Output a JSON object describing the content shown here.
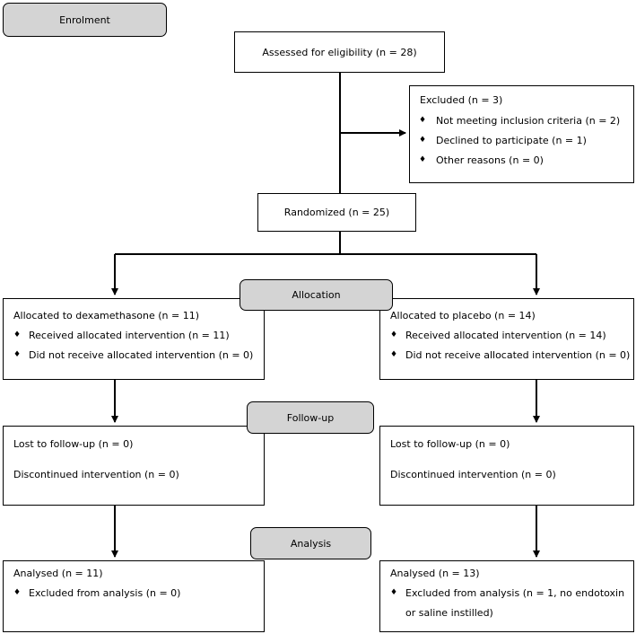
{
  "stages": {
    "enrolment": "Enrolment",
    "allocation": "Allocation",
    "follow_up": "Follow-up",
    "analysis": "Analysis"
  },
  "bullet": "♦",
  "assessed": "Assessed for eligibility (n = 28)",
  "excluded": {
    "title": "Excluded  (n = 3)",
    "items": [
      "Not meeting inclusion criteria (n = 2)",
      "Declined to participate (n = 1)",
      "Other reasons (n = 0)"
    ]
  },
  "randomized": "Randomized (n = 25)",
  "left": {
    "allocation": {
      "title": "Allocated to dexamethasone (n = 11)",
      "items": [
        "Received allocated intervention (n = 11)",
        "Did not receive allocated intervention (n = 0)"
      ]
    },
    "follow_up": {
      "lost": "Lost to follow-up  (n = 0)",
      "discontinued": "Discontinued intervention  (n = 0)"
    },
    "analysis": {
      "title": "Analysed  (n = 11)",
      "items": [
        "Excluded from analysis (n = 0)"
      ]
    }
  },
  "right": {
    "allocation": {
      "title": "Allocated to placebo (n = 14)",
      "items": [
        "Received allocated intervention (n = 14)",
        "Did not receive allocated intervention (n = 0)"
      ]
    },
    "follow_up": {
      "lost": "Lost to follow-up  (n = 0)",
      "discontinued": "Discontinued intervention  (n = 0)"
    },
    "analysis": {
      "title": "Analysed  (n = 13)",
      "items": [
        "Excluded from analysis (n = 1, no endotoxin or saline instilled)"
      ]
    }
  }
}
